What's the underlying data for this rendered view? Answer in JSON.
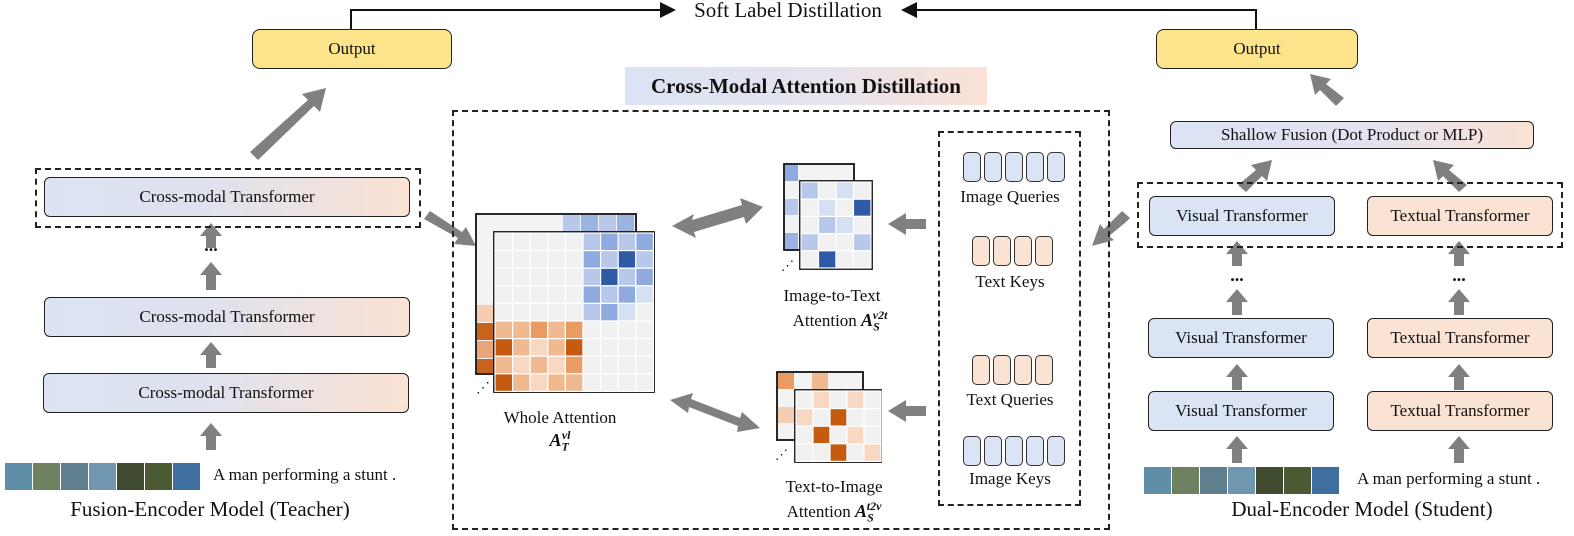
{
  "top": {
    "soft_label": "Soft Label Distillation"
  },
  "teacher": {
    "output": "Output",
    "layers": [
      "Cross-modal Transformer",
      "Cross-modal Transformer",
      "Cross-modal Transformer"
    ],
    "dots": "...",
    "caption": "A man performing a stunt .",
    "name": "Fusion-Encoder Model (Teacher)"
  },
  "center": {
    "title": "Cross-Modal Attention Distillation",
    "whole_attention": "Whole Attention",
    "whole_attention_sym": "A",
    "whole_attention_sub": "T",
    "whole_attention_sup": "vl",
    "i2t_line1": "Image-to-Text",
    "i2t_line2": "Attention",
    "i2t_sym": "A",
    "i2t_sub": "S",
    "i2t_sup": "v2t",
    "t2i_line1": "Text-to-Image",
    "t2i_line2": "Attention",
    "t2i_sym": "A",
    "t2i_sub": "S",
    "t2i_sup": "t2v",
    "image_queries": "Image Queries",
    "text_keys": "Text Keys",
    "text_queries": "Text Queries",
    "image_keys": "Image Keys"
  },
  "student": {
    "output": "Output",
    "fusion": "Shallow Fusion (Dot Product or MLP)",
    "visual": "Visual Transformer",
    "textual": "Textual Transformer",
    "dots": "...",
    "caption": "A man performing a stunt .",
    "name": "Dual-Encoder Model (Student)"
  },
  "colors": {
    "image_blue": "#dbe4f4",
    "text_orange": "#fbe3d4",
    "output_yellow": "#fde38a",
    "attn_blue_strong": "#2e5aa6",
    "attn_orange_strong": "#c55a11",
    "arrow_gray": "#7f7f7f"
  },
  "icons": {
    "arrow": "thick-gray-arrow",
    "video_frames": "video-frame-strip"
  }
}
